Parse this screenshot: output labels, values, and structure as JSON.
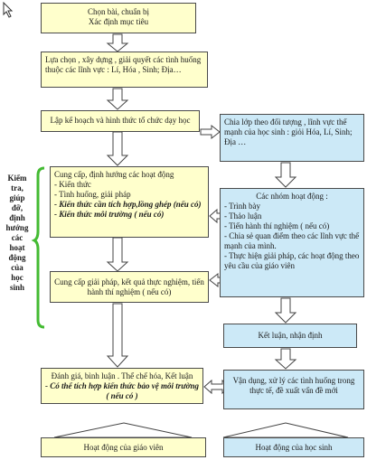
{
  "boxes": {
    "choose_topic": {
      "lines": [
        "Chọn bài, chuẩn bị",
        "Xác định mục tiêu"
      ]
    },
    "select_build": {
      "text": "Lựa chọn , xây dựng , giải quyết các tình huống thuộc các lĩnh vực : Lí, Hóa , Sinh; Địa…"
    },
    "plan": {
      "text": "Lập kế hoạch và hình thức tổ chức dạy học"
    },
    "divide_class": {
      "text": "Chia lớp theo đối tượng , lĩnh vực thế mạnh của học sinh : giỏi Hóa, Lí, Sinh; Địa …"
    },
    "guide_activities": {
      "lines": [
        "Cung cấp, định hướng các hoạt động",
        "- Kiến thức",
        "- Tình huống, giải pháp",
        "- Kiến thức cần tích hợp,lồng ghép (nếu có)",
        "- Kiến thức môi trường ( nếu có)"
      ]
    },
    "groups": {
      "lines": [
        "Các nhóm hoạt động :",
        "- Trình bày",
        "- Thảo luận",
        "- Tiến hành thí nghiệm ( nếu có)",
        "- Chia sẻ quan điểm theo các lĩnh vực thế mạnh của mình.",
        "- Thực hiện giải pháp, các hoạt động theo yêu cầu của giáo viên"
      ]
    },
    "provide_solution": {
      "text": "Cung cấp giải pháp, kết quả thực nghiệm, tiến hành thí nghiệm ( nếu có)"
    },
    "conclusion": {
      "text": "Kết luận, nhận định"
    },
    "evaluate": {
      "lines": [
        "Đánh giá, bình luận . Thể chế hóa, Kết luận",
        "- Có thể tích hợp kiến thức bảo vệ môi trường ( nếu có )"
      ]
    },
    "apply": {
      "text": "Vận dụng, xử lý các tình huống trong thực tế, đề xuất vấn đề mới"
    },
    "teacher_activity": {
      "text": "Hoạt động của giáo viên"
    },
    "student_activity": {
      "text": "Hoạt động của học sinh"
    }
  },
  "side_label": {
    "lines": [
      "Kiểm",
      "tra,",
      "giúp",
      "đỡ,",
      "định",
      "hướng",
      "các",
      "hoạt",
      "động",
      "của",
      "học",
      "sinh"
    ]
  },
  "colors": {
    "teacher_fill": "#ffffcc",
    "student_fill": "#cce9f7",
    "bracket": "#44bb33",
    "border": "#4a4a4a"
  }
}
